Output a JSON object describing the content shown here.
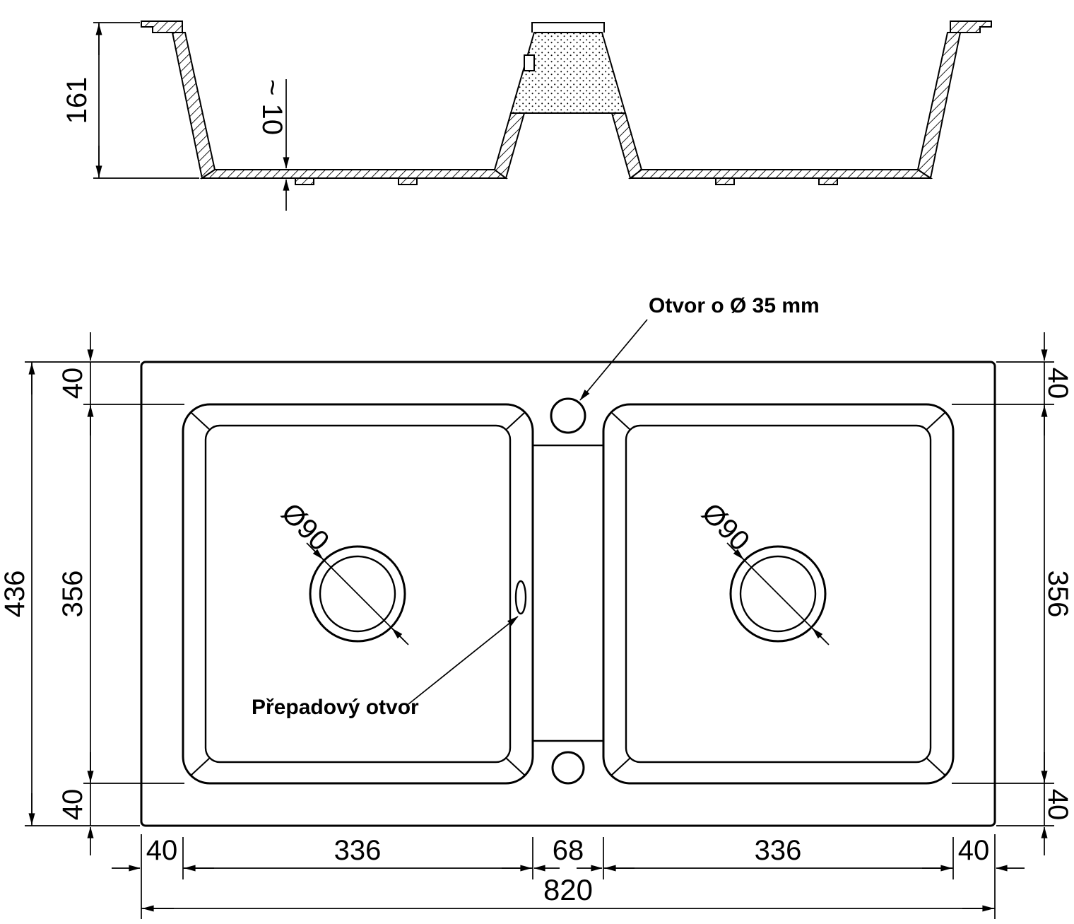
{
  "drawing": {
    "section": {
      "total_depth": "161",
      "bottom_thickness": "~ 10"
    },
    "plan": {
      "overall_width": "820",
      "overall_height": "436",
      "rim_top_left": "40",
      "rim_bottom_left": "40",
      "rim_top_right": "40",
      "rim_bottom_right": "40",
      "rim_left": "40",
      "rim_right": "40",
      "bowl_inner_height_left": "356",
      "bowl_inner_height_right": "356",
      "bowl_inner_width_left": "336",
      "bowl_inner_width_right": "336",
      "divider_width": "68",
      "drain_diameter_left": "Ø90",
      "drain_diameter_right": "Ø90",
      "tap_hole_label": "Otvor o Ø 35 mm",
      "overflow_label": "Přepadový otvor"
    }
  }
}
